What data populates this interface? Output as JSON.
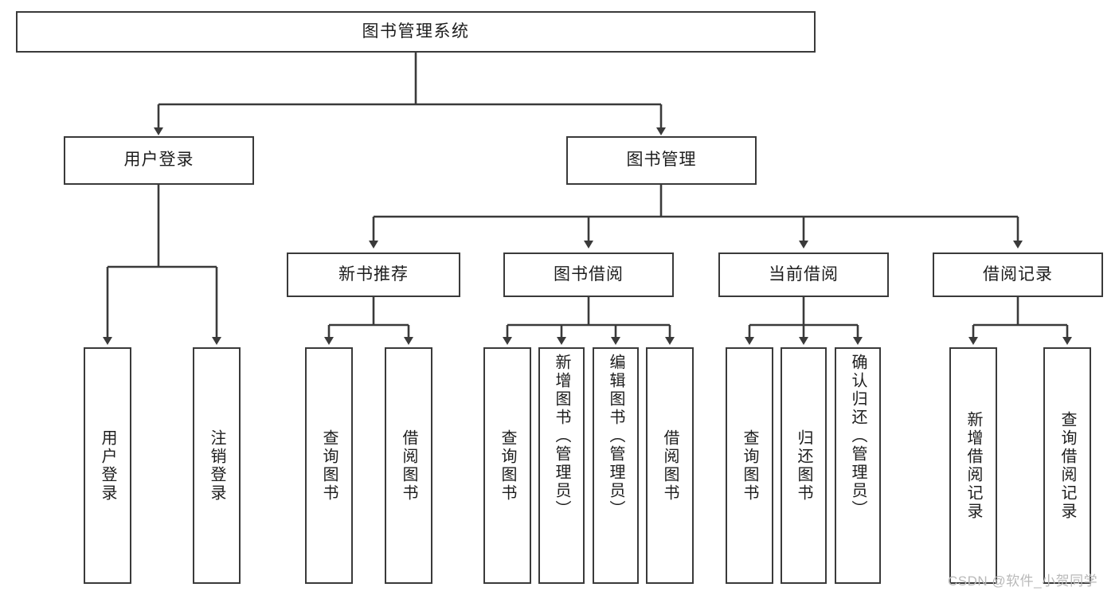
{
  "diagram": {
    "type": "tree",
    "title": "图书管理系统",
    "root": {
      "label": "图书管理系统"
    },
    "level1": [
      {
        "label": "用户登录"
      },
      {
        "label": "图书管理"
      }
    ],
    "level2": [
      {
        "label": "新书推荐"
      },
      {
        "label": "图书借阅"
      },
      {
        "label": "当前借阅"
      },
      {
        "label": "借阅记录"
      }
    ],
    "leaves": {
      "user_login": [
        {
          "label": "用户登录"
        },
        {
          "label": "注销登录"
        }
      ],
      "new_book_recommend": [
        {
          "label": "查询图书"
        },
        {
          "label": "借阅图书"
        }
      ],
      "book_borrow": [
        {
          "label": "查询图书"
        },
        {
          "label": "新增图书（管理员）"
        },
        {
          "label": "编辑图书（管理员）"
        },
        {
          "label": "借阅图书"
        }
      ],
      "current_borrow": [
        {
          "label": "查询图书"
        },
        {
          "label": "归还图书"
        },
        {
          "label": "确认归还（管理员）"
        }
      ],
      "borrow_record": [
        {
          "label": "新增借阅记录"
        },
        {
          "label": "查询借阅记录"
        }
      ]
    }
  },
  "colors": {
    "stroke": "#3a3a3a",
    "background": "#ffffff",
    "text": "#1d1d1d",
    "watermark": "#b9b9b9"
  },
  "watermark": {
    "text": "CSDN @软件_小贺同学"
  }
}
